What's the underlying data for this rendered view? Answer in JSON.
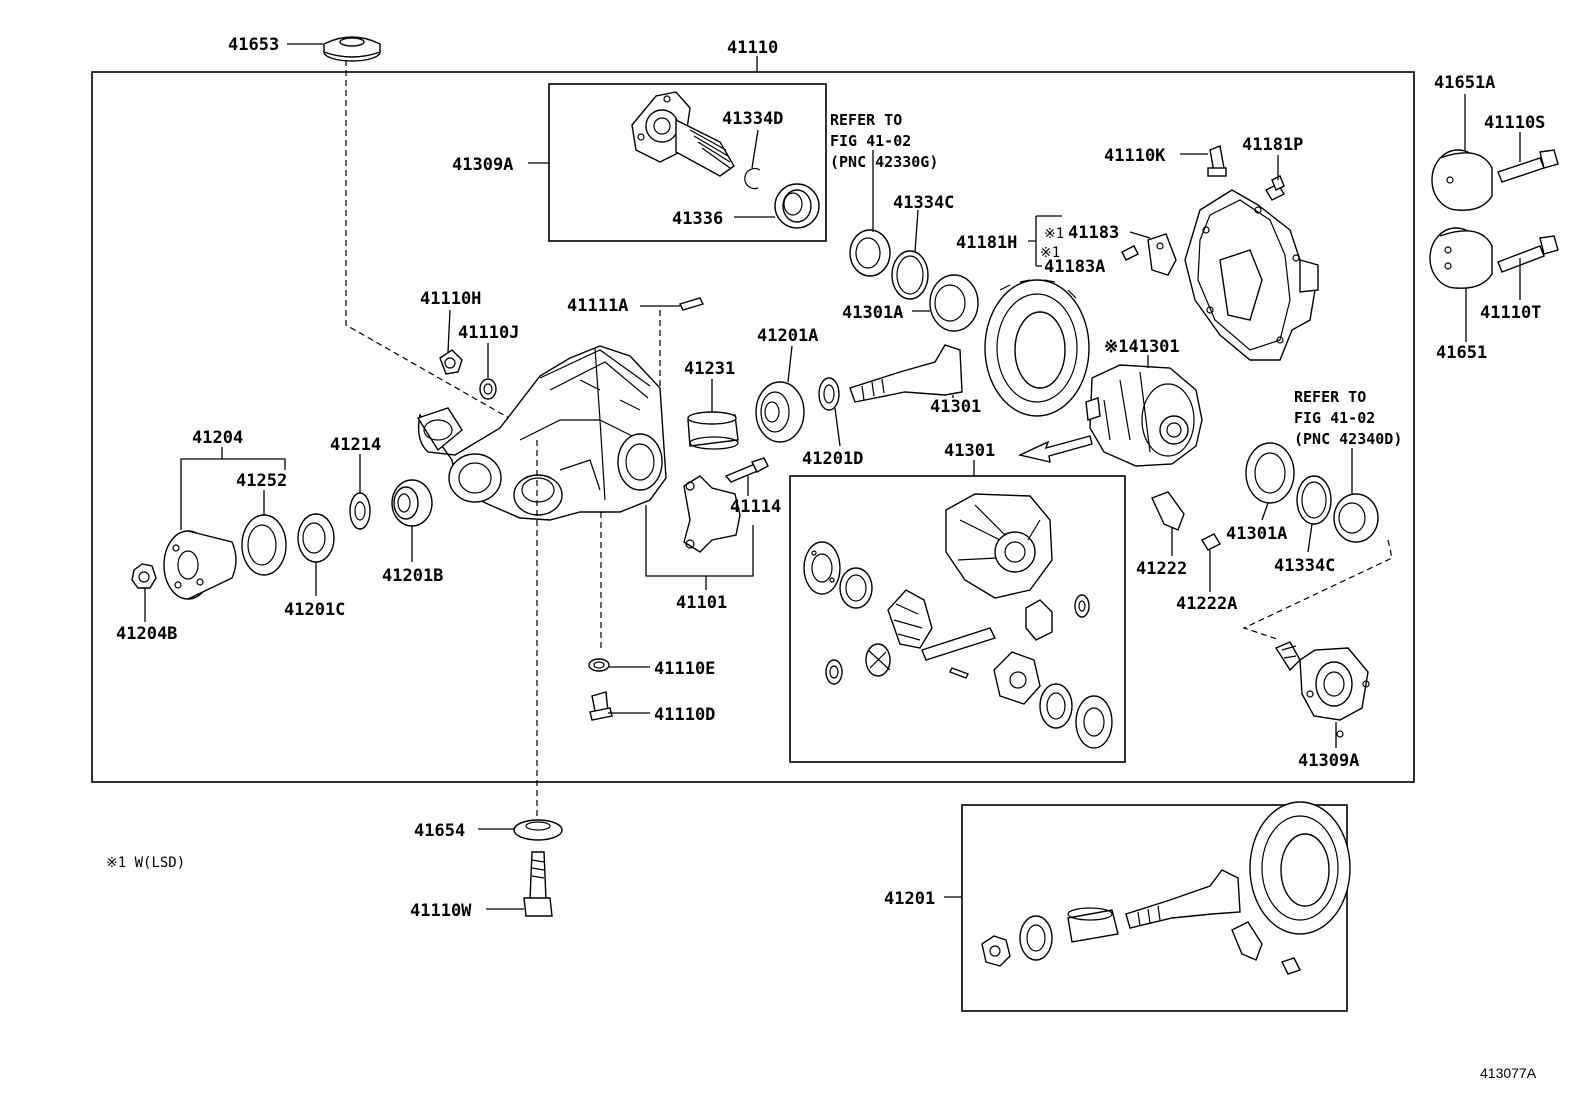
{
  "figure_id": "413077A",
  "footnote": "※1 W(LSD)",
  "refer_notes": [
    {
      "line1": "REFER TO",
      "line2": "FIG 41-02",
      "line3": "(PNC 42330G)"
    },
    {
      "line1": "REFER TO",
      "line2": "FIG 41-02",
      "line3": "(PNC 42340D)"
    }
  ],
  "labels": {
    "p41653": "41653",
    "p41110": "41110",
    "p41651A": "41651A",
    "p41110S": "41110S",
    "p41651": "41651",
    "p41110T": "41110T",
    "p41309A_top": "41309A",
    "p41334D": "41334D",
    "p41336": "41336",
    "p41334C_top": "41334C",
    "p41301A_top": "41301A",
    "p41110K": "41110K",
    "p41181P": "41181P",
    "p41181H": "41181H",
    "p41183": "41183",
    "p41183A": "41183A",
    "mark1a": "※1",
    "mark1b": "※1",
    "p41110H": "41110H",
    "p41110J": "41110J",
    "p41111A": "41111A",
    "p41231": "41231",
    "p41201A": "41201A",
    "p41301_pin": "41301",
    "p41301_lsd": "※141301",
    "p41201D": "41201D",
    "p41301_box": "41301",
    "p41204": "41204",
    "p41252": "41252",
    "p41214": "41214",
    "p41201B": "41201B",
    "p41201C": "41201C",
    "p41204B": "41204B",
    "p41114": "41114",
    "p41101": "41101",
    "p41110E": "41110E",
    "p41110D": "41110D",
    "p41222": "41222",
    "p41222A": "41222A",
    "p41301A_right": "41301A",
    "p41334C_right": "41334C",
    "p41309A_bottom": "41309A",
    "p41654": "41654",
    "p41110W": "41110W",
    "p41201": "41201"
  }
}
